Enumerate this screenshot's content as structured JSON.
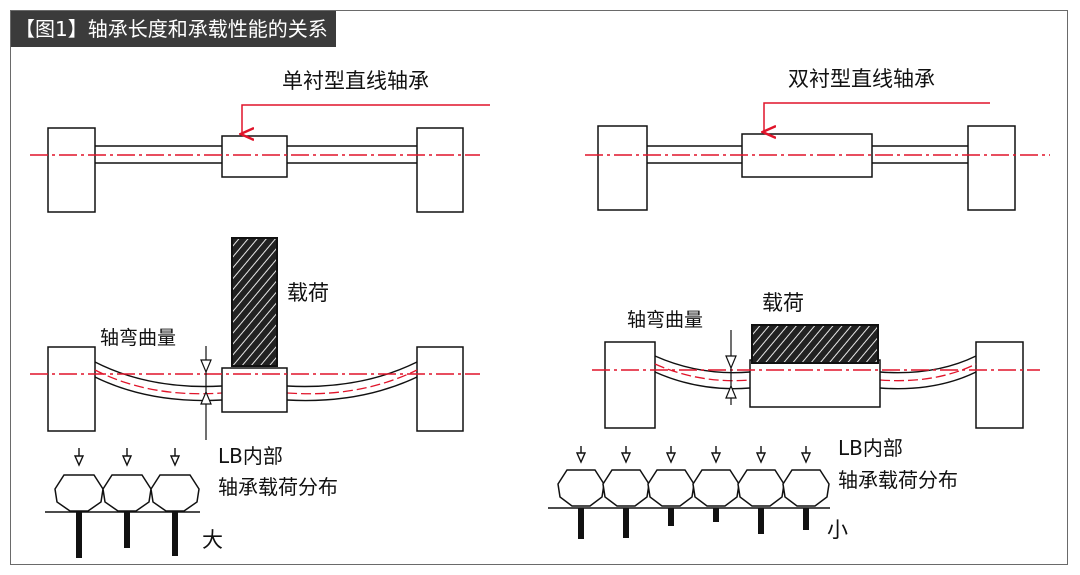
{
  "figure": {
    "title": "【图1】轴承长度和承载性能的关系",
    "colors": {
      "centerline": "#e0142a",
      "ink": "#111111",
      "title_bg": "#3b3b3b",
      "title_fg": "#ffffff"
    },
    "left": {
      "bearing_label": "单衬型直线轴承",
      "load_label": "载荷",
      "deflection_label": "轴弯曲量",
      "distribution_label_1": "LB内部",
      "distribution_label_2": "轴承载荷分布",
      "magnitude_label": "大",
      "ball_count": 3
    },
    "right": {
      "bearing_label": "双衬型直线轴承",
      "load_label": "载荷",
      "deflection_label": "轴弯曲量",
      "distribution_label_1": "LB内部",
      "distribution_label_2": "轴承载荷分布",
      "magnitude_label": "小",
      "ball_count": 6
    }
  }
}
